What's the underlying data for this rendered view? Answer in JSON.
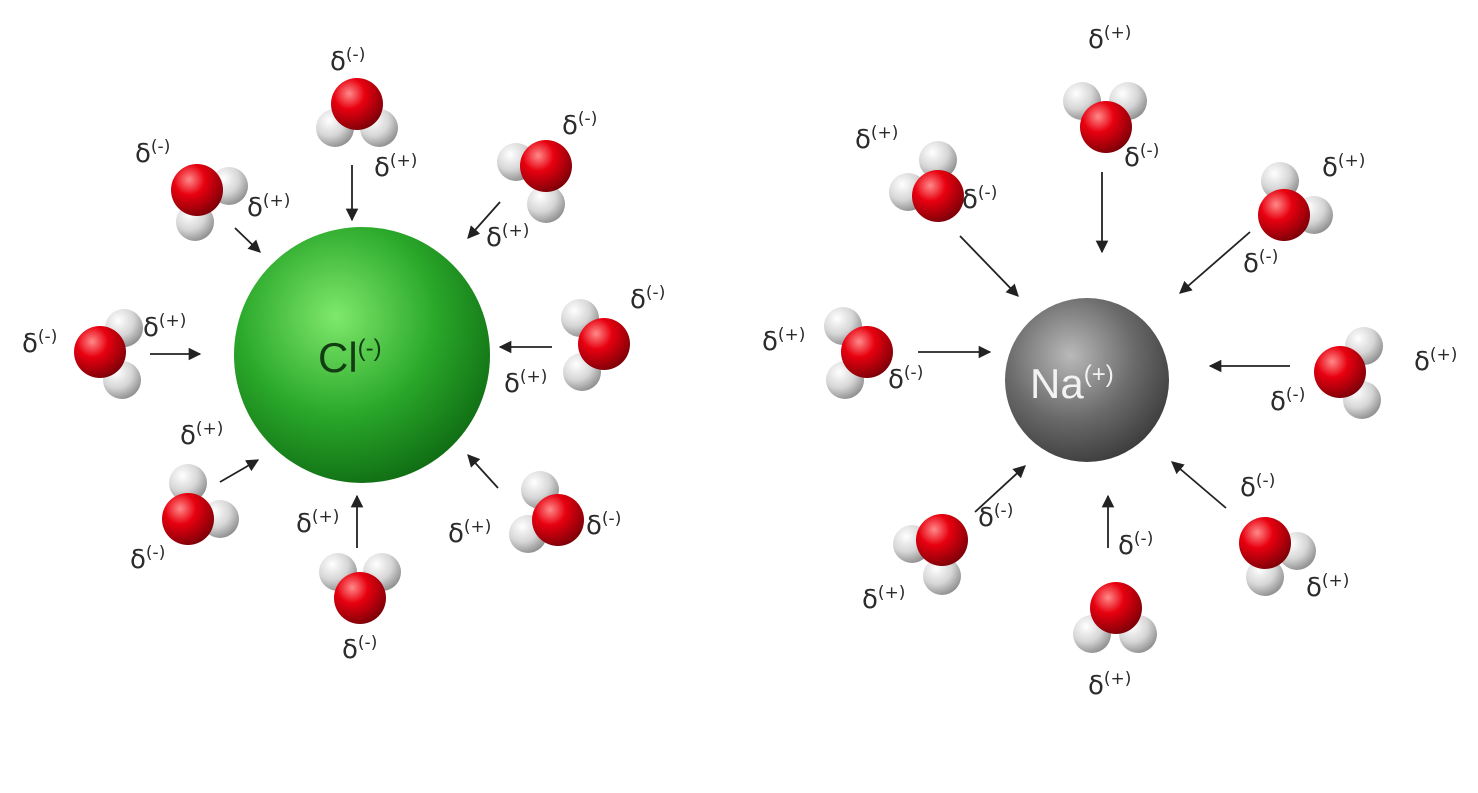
{
  "colors": {
    "chloride": "#1f9a1f",
    "sodium": "#6a6a6a",
    "oxygen": "#e0000b",
    "hydrogen": "#d9d9d9",
    "arrow": "#222222",
    "text": "#2b2b2b"
  },
  "ions": {
    "chloride": {
      "symbol": "Cl",
      "charge": "(-)"
    },
    "sodium": {
      "symbol": "Na",
      "charge": "(+)"
    }
  },
  "charge_labels": {
    "delta": "δ",
    "negative": "(-)",
    "positive": "(+)"
  },
  "left_cluster": {
    "molecule_count": 8,
    "orientation": "oxygen faces away, hydrogens point toward Cl(-)"
  },
  "right_cluster": {
    "molecule_count": 8,
    "orientation": "oxygen faces toward Na(+), hydrogens point away"
  }
}
